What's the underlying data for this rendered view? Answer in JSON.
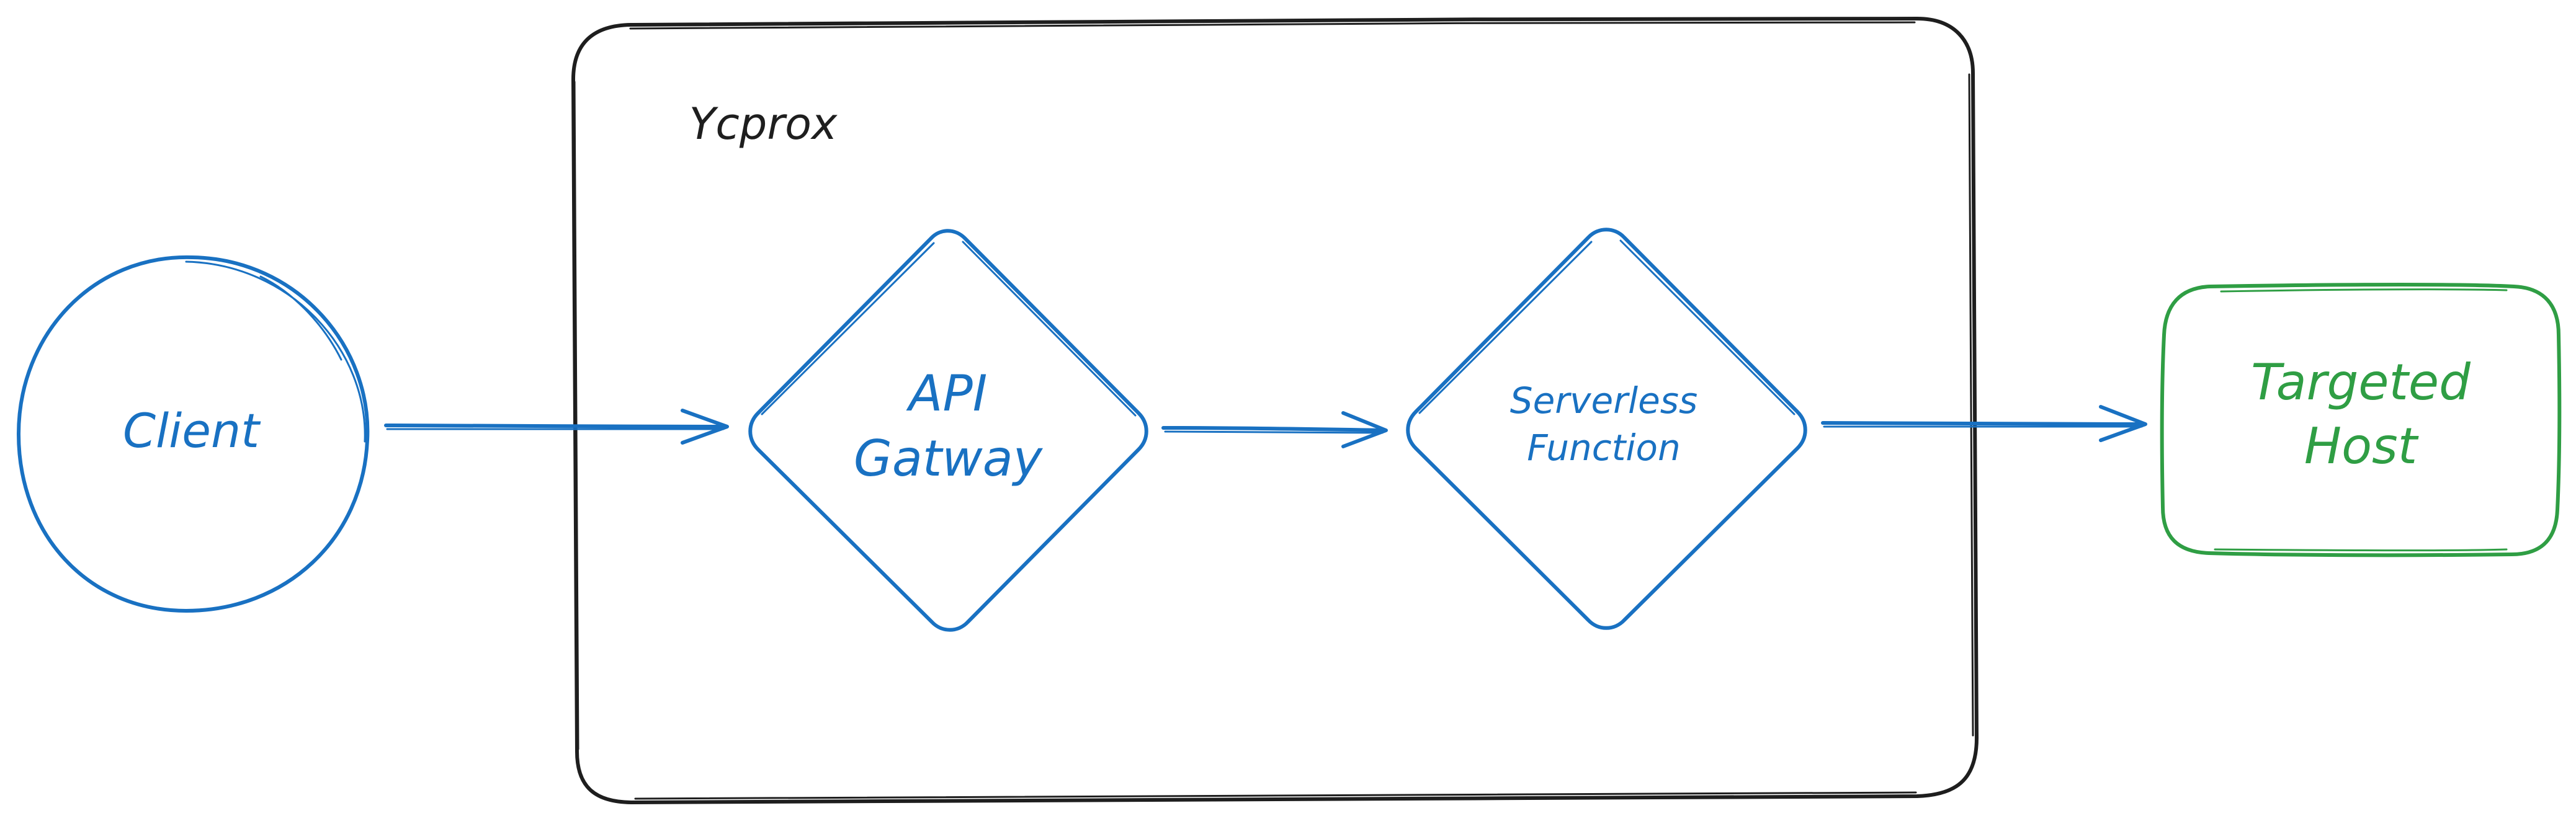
{
  "colors": {
    "background": "#ffffff",
    "container": "#1e1e1e",
    "primary": "#1971c2",
    "target": "#2f9e44"
  },
  "container": {
    "title": "Ycprox"
  },
  "nodes": {
    "client": {
      "label": "Client"
    },
    "api_gateway": {
      "line1": "API",
      "line2": "Gatway"
    },
    "serverless_function": {
      "line1": "Serverless",
      "line2": "Function"
    },
    "targeted_host": {
      "line1": "Targeted",
      "line2": "Host"
    }
  },
  "edges": [
    {
      "from": "client",
      "to": "api_gateway"
    },
    {
      "from": "api_gateway",
      "to": "serverless_function"
    },
    {
      "from": "serverless_function",
      "to": "targeted_host"
    }
  ]
}
